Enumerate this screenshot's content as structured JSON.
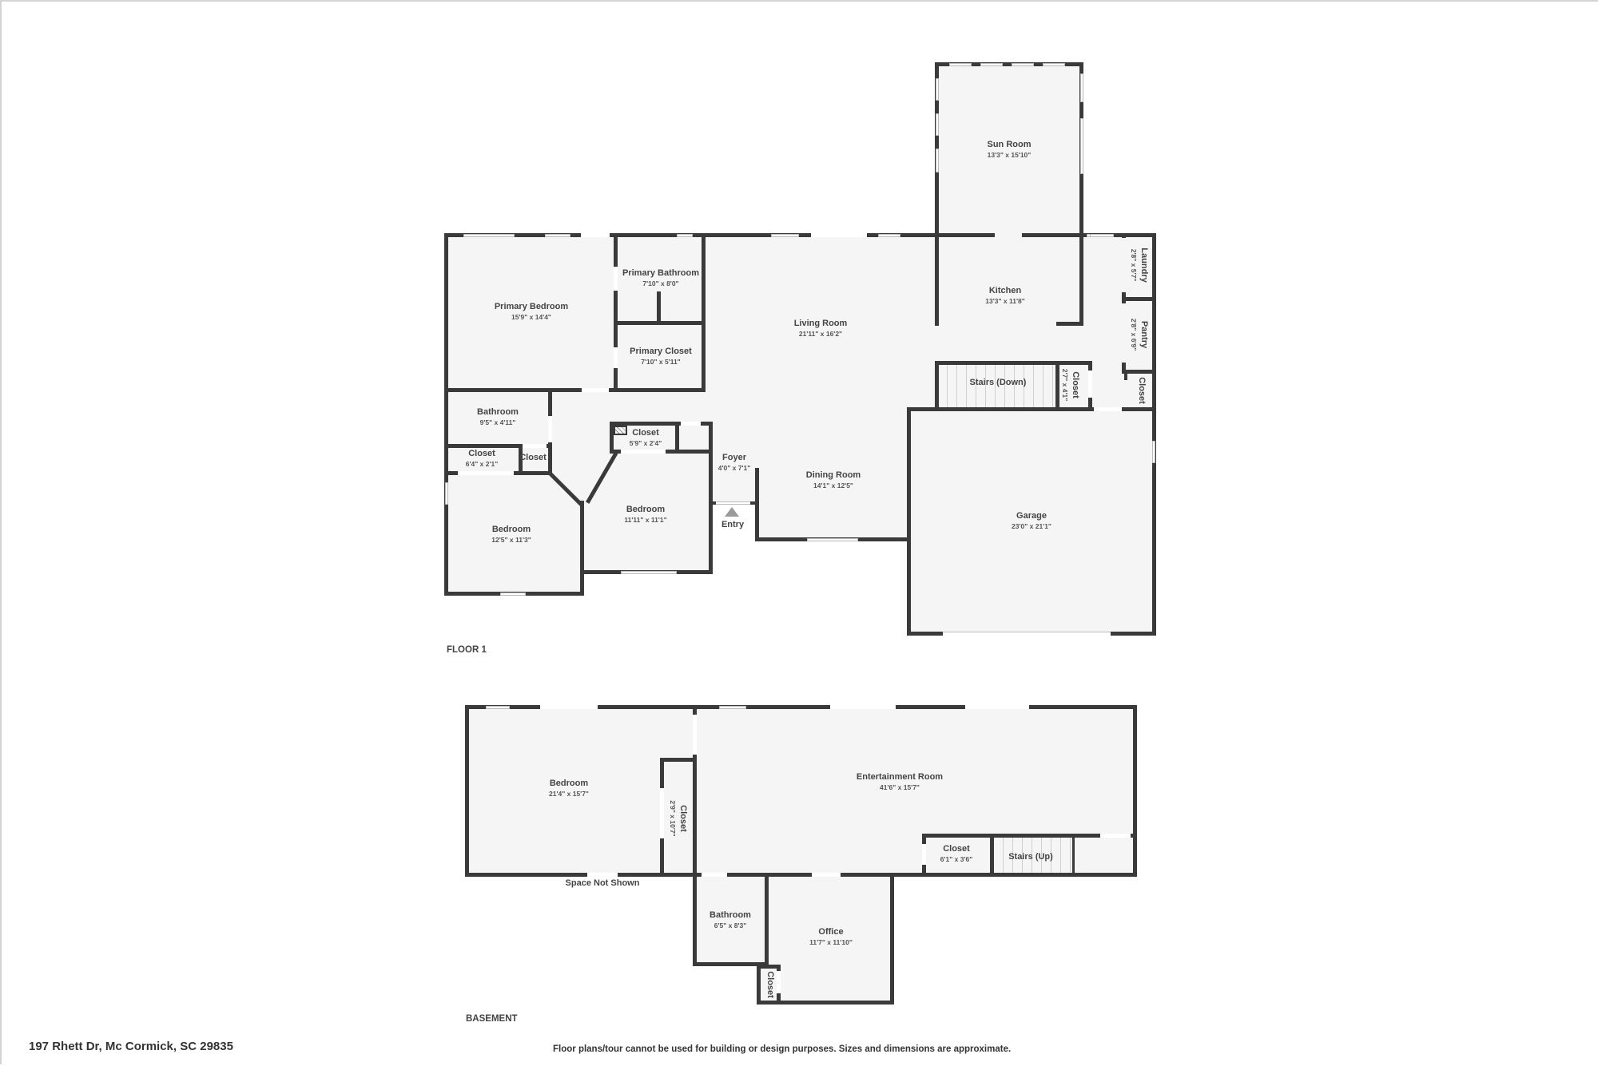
{
  "floors": [
    {
      "title": "FLOOR 1",
      "rooms": [
        {
          "name": "Sun Room",
          "dims": "13'3\" x 15'10\""
        },
        {
          "name": "Primary Bedroom",
          "dims": "15'9\" x 14'4\""
        },
        {
          "name": "Primary Bathroom",
          "dims": "7'10\" x 8'0\""
        },
        {
          "name": "Primary Closet",
          "dims": "7'10\" x 5'11\""
        },
        {
          "name": "Living Room",
          "dims": "21'11\" x 16'2\""
        },
        {
          "name": "Kitchen",
          "dims": "13'3\" x 11'8\""
        },
        {
          "name": "Laundry",
          "dims": "2'8\" x 5'7\""
        },
        {
          "name": "Pantry",
          "dims": "2'8\" x 6'9\""
        },
        {
          "name": "Stairs (Down)",
          "dims": ""
        },
        {
          "name": "Closet",
          "dims": "2'7\" x 4'1\""
        },
        {
          "name": "Closet",
          "dims": ""
        },
        {
          "name": "Bathroom",
          "dims": "9'5\" x 4'11\""
        },
        {
          "name": "Closet",
          "dims": "5'9\" x 2'4\""
        },
        {
          "name": "Closet",
          "dims": "6'4\" x 2'1\""
        },
        {
          "name": "Closet",
          "dims": ""
        },
        {
          "name": "Foyer",
          "dims": "4'0\" x 7'1\""
        },
        {
          "name": "Dining Room",
          "dims": "14'1\" x 12'5\""
        },
        {
          "name": "Bedroom",
          "dims": "11'11\" x 11'1\""
        },
        {
          "name": "Bedroom",
          "dims": "12'5\" x 11'3\""
        },
        {
          "name": "Garage",
          "dims": "23'0\" x 21'1\""
        },
        {
          "name": "Entry",
          "dims": ""
        }
      ]
    },
    {
      "title": "BASEMENT",
      "rooms": [
        {
          "name": "Bedroom",
          "dims": "21'4\" x 15'7\""
        },
        {
          "name": "Closet",
          "dims": "2'9\" x 10'7\""
        },
        {
          "name": "Entertainment Room",
          "dims": "41'6\" x 15'7\""
        },
        {
          "name": "Closet",
          "dims": "6'1\" x 3'6\""
        },
        {
          "name": "Stairs (Up)",
          "dims": ""
        },
        {
          "name": "Bathroom",
          "dims": "6'5\" x 8'3\""
        },
        {
          "name": "Office",
          "dims": "11'7\" x 11'10\""
        },
        {
          "name": "Closet",
          "dims": ""
        },
        {
          "name": "Space Not Shown",
          "dims": ""
        }
      ]
    }
  ],
  "footer": {
    "address": "197 Rhett Dr, Mc Cormick, SC 29835",
    "disclaimer": "Floor plans/tour cannot be used for building or design purposes. Sizes and dimensions are approximate."
  },
  "colors": {
    "wall": "#3a3a3a",
    "room_fill": "#f5f5f5",
    "text": "#444444",
    "background": "#ffffff"
  }
}
